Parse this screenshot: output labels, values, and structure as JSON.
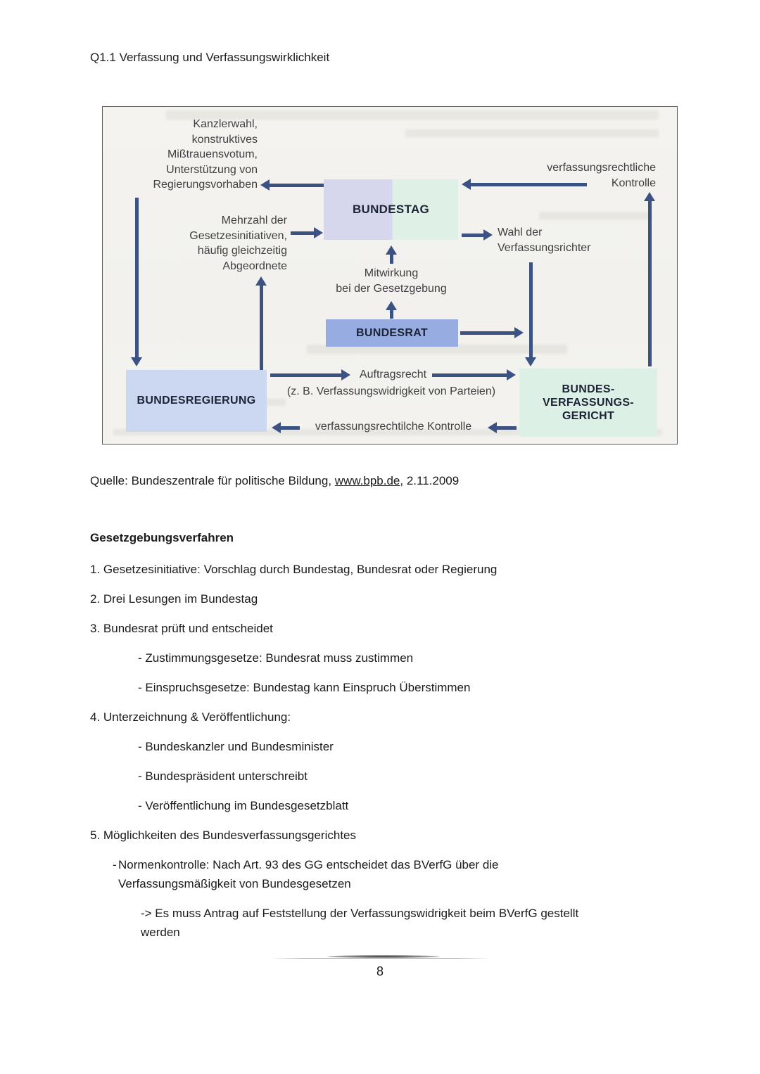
{
  "page": {
    "header": "Q1.1 Verfassung und Verfassungswirklichkeit",
    "source": {
      "prefix": "Quelle: Bundeszentrale für politische Bildung, ",
      "link": "www.bpb.de",
      "suffix": ", 2.11.2009"
    },
    "page_number": "8"
  },
  "diagram": {
    "boxes": {
      "bundestag": "BUNDESTAG",
      "bundesrat": "BUNDESRAT",
      "bundesregierung": "BUNDESREGIERUNG",
      "bundesverfassungsgericht": "BUNDES-\nVERFASSUNGS-\nGERICHT"
    },
    "labels": {
      "bundestag_to_regierung": "Kanzlerwahl,\nkonstruktives\nMißtrauensvotum,\nUnterstützung von\nRegierungsvorhaben",
      "regierung_to_bundestag": "Mehrzahl der\nGesetzesinitiativen,\nhäufig gleichzeitig\nAbgeordnete",
      "bundesrat_to_bundestag": "Mitwirkung\nbei der Gesetzgebung",
      "bundestag_to_bverfg": "Wahl der\nVerfassungsrichter",
      "bverfg_to_bundestag": "verfassungsrechtliche\nKontrolle",
      "regierung_to_bverfg": "Auftragsrecht",
      "regierung_to_bverfg_example": "(z. B. Verfassungswidrigkeit von Parteien)",
      "bverfg_to_regierung": "verfassungsrechtilche Kontrolle"
    },
    "colors": {
      "bundestag_left": "#d6d6ec",
      "bundestag_right": "#dff0e6",
      "bundesrat": "#97ade1",
      "bundesregierung": "#ccd7f1",
      "bundesverfassungsgericht": "#ddf0e5",
      "arrow": "#3b5282"
    }
  },
  "content": {
    "section_heading": "Gesetzgebungsverfahren",
    "items": [
      {
        "text": "1. Gesetzesinitiative: Vorschlag durch Bundestag, Bundesrat oder Regierung"
      },
      {
        "text": "2. Drei Lesungen im Bundestag"
      },
      {
        "text": "3. Bundesrat prüft und entscheidet"
      },
      {
        "text": "- Zustimmungsgesetze: Bundesrat muss zustimmen"
      },
      {
        "text": "- Einspruchsgesetze: Bundestag kann Einspruch Überstimmen"
      },
      {
        "text": "4. Unterzeichnung & Veröffentlichung:"
      },
      {
        "text": "- Bundeskanzler und Bundesminister"
      },
      {
        "text": "- Bundespräsident unterschreibt"
      },
      {
        "text": "- Veröffentlichung im Bundesgesetzblatt"
      },
      {
        "text": "5. Möglichkeiten des Bundesverfassungsgerichtes"
      },
      {
        "bullet": "-",
        "text": "Normenkontrolle: Nach Art. 93 des GG entscheidet das BVerfG über die\nVerfassungsmäßigkeit von Bundesgesetzen"
      },
      {
        "text": "-> Es muss Antrag auf Feststellung der Verfassungswidrigkeit beim BVerfG gestellt\nwerden"
      }
    ]
  }
}
